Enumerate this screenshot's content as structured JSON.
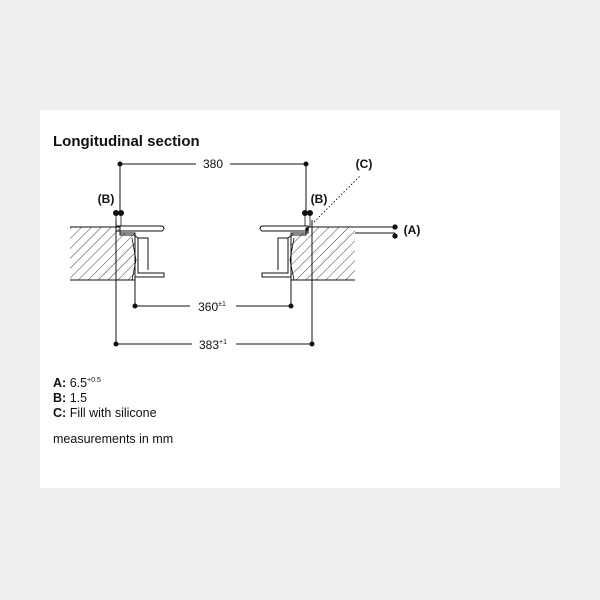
{
  "title": "Longitudinal section",
  "dimensions": {
    "top": {
      "value": "380",
      "tol": ""
    },
    "middle": {
      "value": "360",
      "tol": "±1"
    },
    "bottom": {
      "value": "383",
      "tol": "+1"
    }
  },
  "callouts": {
    "a": "(A)",
    "b_left": "(B)",
    "b_right": "(B)",
    "c": "(C)"
  },
  "legend": [
    {
      "key": "A:",
      "value": "6.5",
      "tol": "+0.5"
    },
    {
      "key": "B:",
      "value": "1.5",
      "tol": ""
    },
    {
      "key": "C:",
      "value": "Fill with silicone",
      "tol": ""
    }
  ],
  "units_note": "measurements in mm",
  "colors": {
    "line": "#111111",
    "background": "#efefef",
    "panel": "#ffffff"
  }
}
